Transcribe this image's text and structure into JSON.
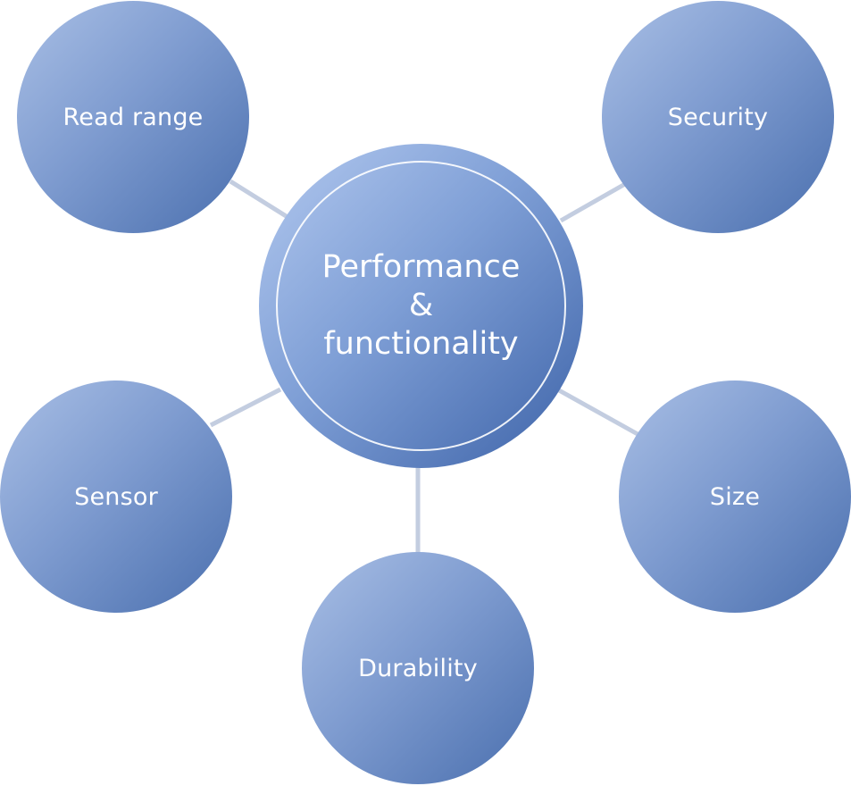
{
  "center": {
    "line1": "Performance",
    "line2": "&",
    "line3": "functionality"
  },
  "nodes": {
    "read_range": "Read range",
    "security": "Security",
    "sensor": "Sensor",
    "size": "Size",
    "durability": "Durability"
  },
  "colors": {
    "connector": "#c3cde0",
    "node_light": "#a9bfe5",
    "node_dark": "#4a6fae",
    "text": "#ffffff"
  }
}
